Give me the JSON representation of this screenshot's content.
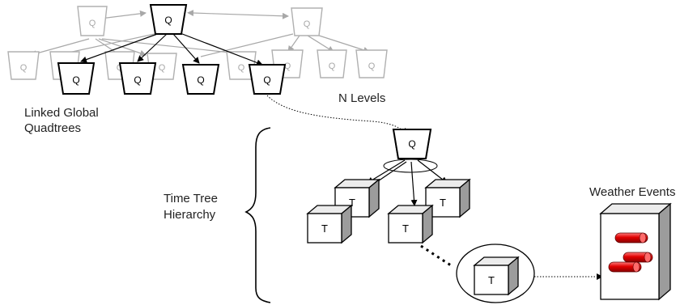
{
  "labels": {
    "linked_global_line1": "Linked Global",
    "linked_global_line2": "Quadtrees",
    "n_levels": "N Levels",
    "time_tree_line1": "Time Tree",
    "time_tree_line2": "Hierarchy",
    "weather_events": "Weather Events"
  },
  "node_letters": {
    "quadtree": "Q",
    "time_tree": "T"
  },
  "colors": {
    "inactive_node": "#b0b0b0",
    "active_node": "#000000",
    "cube_side": "#9c9c9c",
    "event_cylinders": "#e00000"
  }
}
